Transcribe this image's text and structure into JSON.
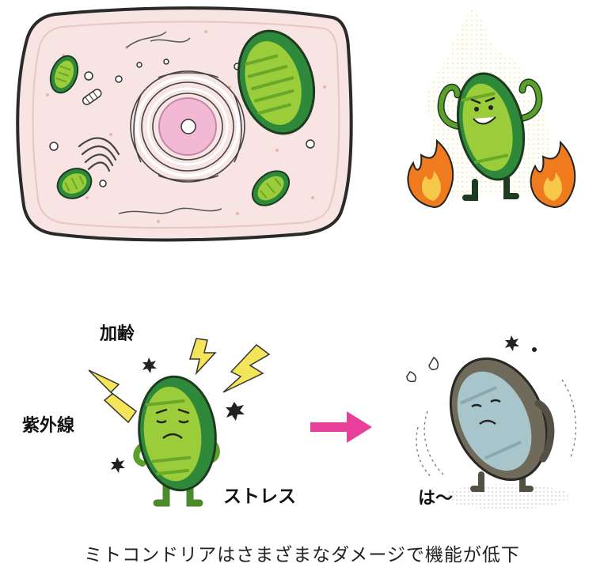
{
  "labels": {
    "aging": "加齢",
    "uv": "紫外線",
    "stress": "ストレス",
    "sigh": "は〜"
  },
  "caption": "ミトコンドリアはさまざまなダメージで機能が低下",
  "colors": {
    "cell_fill": "#f8e4e2",
    "cell_border": "#2a2a2a",
    "nucleus_pink": "#f2b8d4",
    "mito_outer": "#2e8a3a",
    "mito_inner": "#9bcc3a",
    "mito_cristae": "#6aa82a",
    "fire_orange": "#f07a1e",
    "fire_yellow": "#f7c84a",
    "bolt_yellow": "#f3e45a",
    "arrow_pink": "#e8409a",
    "tired_gray": "#6f6a5a",
    "tired_blue": "#a9c5cc"
  }
}
